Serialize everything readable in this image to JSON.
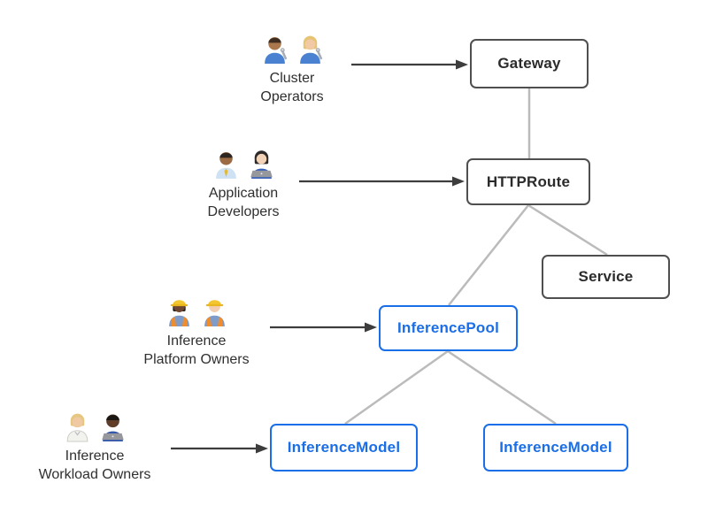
{
  "personas": [
    {
      "id": "cluster-operators",
      "lines": [
        "Cluster",
        "Operators"
      ],
      "icons": [
        "man-mechanic",
        "woman-mechanic"
      ]
    },
    {
      "id": "application-developers",
      "lines": [
        "Application",
        "Developers"
      ],
      "icons": [
        "man-office-worker",
        "woman-technologist"
      ]
    },
    {
      "id": "inference-platform-owners",
      "lines": [
        "Inference",
        "Platform Owners"
      ],
      "icons": [
        "woman-construction-worker",
        "man-construction-worker"
      ]
    },
    {
      "id": "inference-workload-owners",
      "lines": [
        "Inference",
        "Workload Owners"
      ],
      "icons": [
        "health-worker",
        "man-technologist"
      ]
    }
  ],
  "nodes": [
    {
      "id": "gateway",
      "label": "Gateway",
      "style": "dark"
    },
    {
      "id": "httproute",
      "label": "HTTPRoute",
      "style": "dark"
    },
    {
      "id": "service",
      "label": "Service",
      "style": "dark"
    },
    {
      "id": "inferencepool",
      "label": "InferencePool",
      "style": "blue"
    },
    {
      "id": "inferencemodel-1",
      "label": "InferenceModel",
      "style": "blue"
    },
    {
      "id": "inferencemodel-2",
      "label": "InferenceModel",
      "style": "blue"
    }
  ],
  "edges": [
    {
      "from": "cluster-operators",
      "to": "gateway",
      "type": "arrow"
    },
    {
      "from": "application-developers",
      "to": "httproute",
      "type": "arrow"
    },
    {
      "from": "inference-platform-owners",
      "to": "inferencepool",
      "type": "arrow"
    },
    {
      "from": "inference-workload-owners",
      "to": "inferencemodel-1",
      "type": "arrow"
    },
    {
      "from": "gateway",
      "to": "httproute",
      "type": "line"
    },
    {
      "from": "httproute",
      "to": "service",
      "type": "line"
    },
    {
      "from": "httproute",
      "to": "inferencepool",
      "type": "line"
    },
    {
      "from": "inferencepool",
      "to": "inferencemodel-1",
      "type": "line"
    },
    {
      "from": "inferencepool",
      "to": "inferencemodel-2",
      "type": "line"
    }
  ],
  "colors": {
    "background": "#ffffff",
    "blue_accent": "#1a6ee8",
    "dark_node_border": "#4f4f4f",
    "dark_node_text": "#2b2b2b",
    "connector_gray": "#bbbbbb",
    "arrow_dark": "#3d3d3d",
    "persona_label_text": "#2f2f2f"
  }
}
